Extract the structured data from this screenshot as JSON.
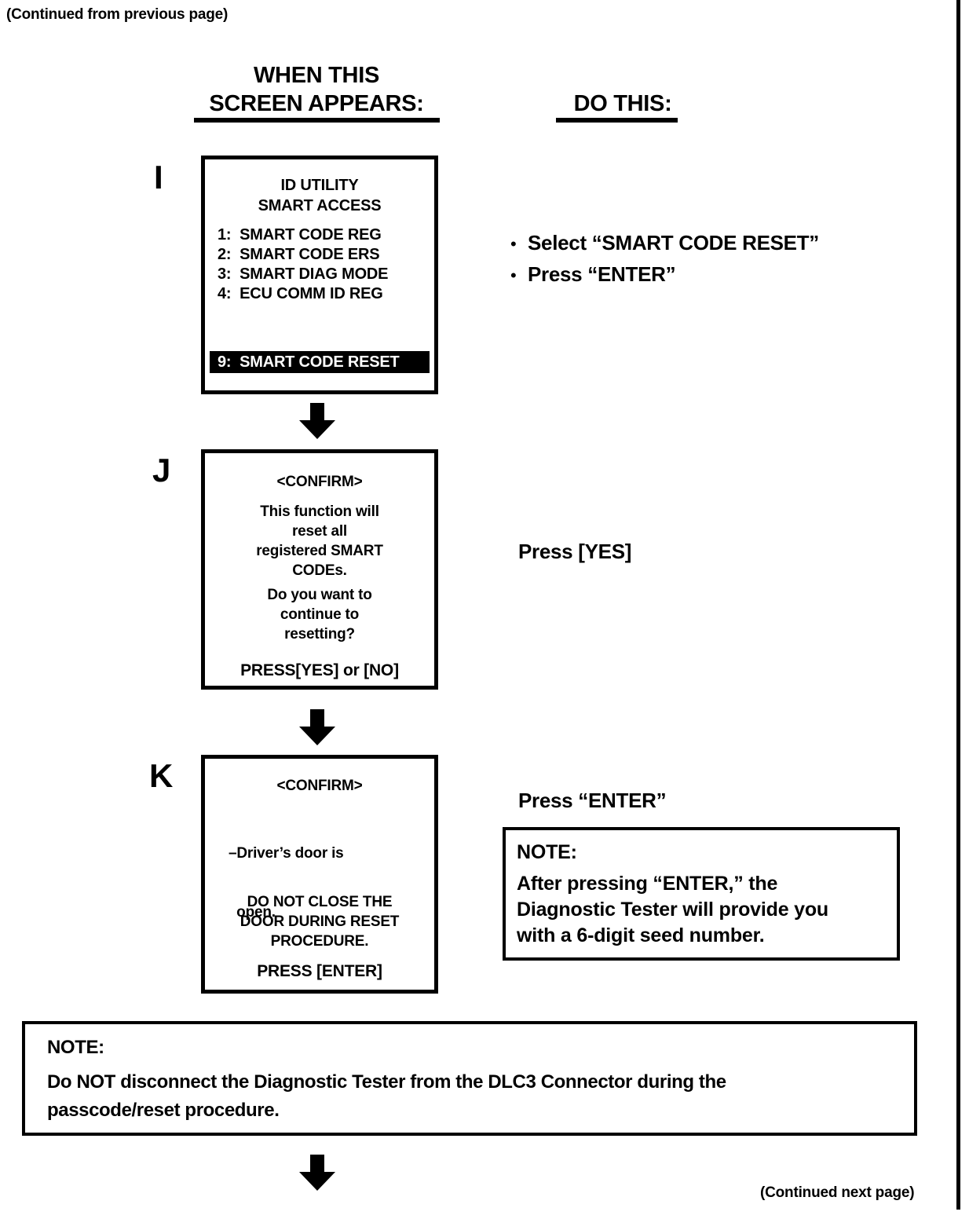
{
  "page": {
    "continued_from": "(Continued from previous page)",
    "continued_next": "(Continued next page)"
  },
  "headers": {
    "left_line1": "WHEN THIS",
    "left_line2": "SCREEN APPEARS:",
    "right": "DO THIS:"
  },
  "steps": [
    {
      "letter": "I",
      "screen": {
        "title_line1": "ID UTILITY",
        "title_line2": "SMART ACCESS",
        "menu_items": [
          "1:  SMART CODE REG",
          "2:  SMART CODE ERS",
          "3:  SMART DIAG MODE",
          "4:  ECU COMM ID REG"
        ],
        "highlighted_item": "9:  SMART CODE RESET"
      },
      "actions": [
        "Select “SMART CODE RESET”",
        "Press “ENTER”"
      ],
      "bullet_glyph": "•"
    },
    {
      "letter": "J",
      "screen": {
        "title": "<CONFIRM>",
        "body_lines": [
          "This function will",
          "reset all",
          "registered SMART",
          "CODEs."
        ],
        "question_lines": [
          "Do you want to",
          "continue to",
          "resetting?"
        ],
        "prompt": "PRESS[YES] or [NO]"
      },
      "action": "Press [YES]"
    },
    {
      "letter": "K",
      "screen": {
        "title": "<CONFIRM>",
        "status_lines": [
          "–Driver’s door is",
          "  open."
        ],
        "warning_lines": [
          "DO NOT CLOSE THE",
          "DOOR DURING RESET",
          "PROCEDURE."
        ],
        "prompt": "PRESS [ENTER]"
      },
      "action": "Press “ENTER”",
      "note": {
        "label": "NOTE:",
        "body_lines": [
          "After pressing “ENTER,” the",
          "Diagnostic Tester will provide you",
          "with a 6-digit seed number."
        ]
      }
    }
  ],
  "bottom_note": {
    "label": "NOTE:",
    "body_lines": [
      "Do NOT disconnect the Diagnostic Tester from the DLC3 Connector during the",
      "passcode/reset procedure."
    ]
  },
  "colors": {
    "ink": "#000000",
    "paper": "#ffffff"
  },
  "icons": {
    "arrow": "arrow-down-icon",
    "bullet": "bullet-dot-icon"
  }
}
